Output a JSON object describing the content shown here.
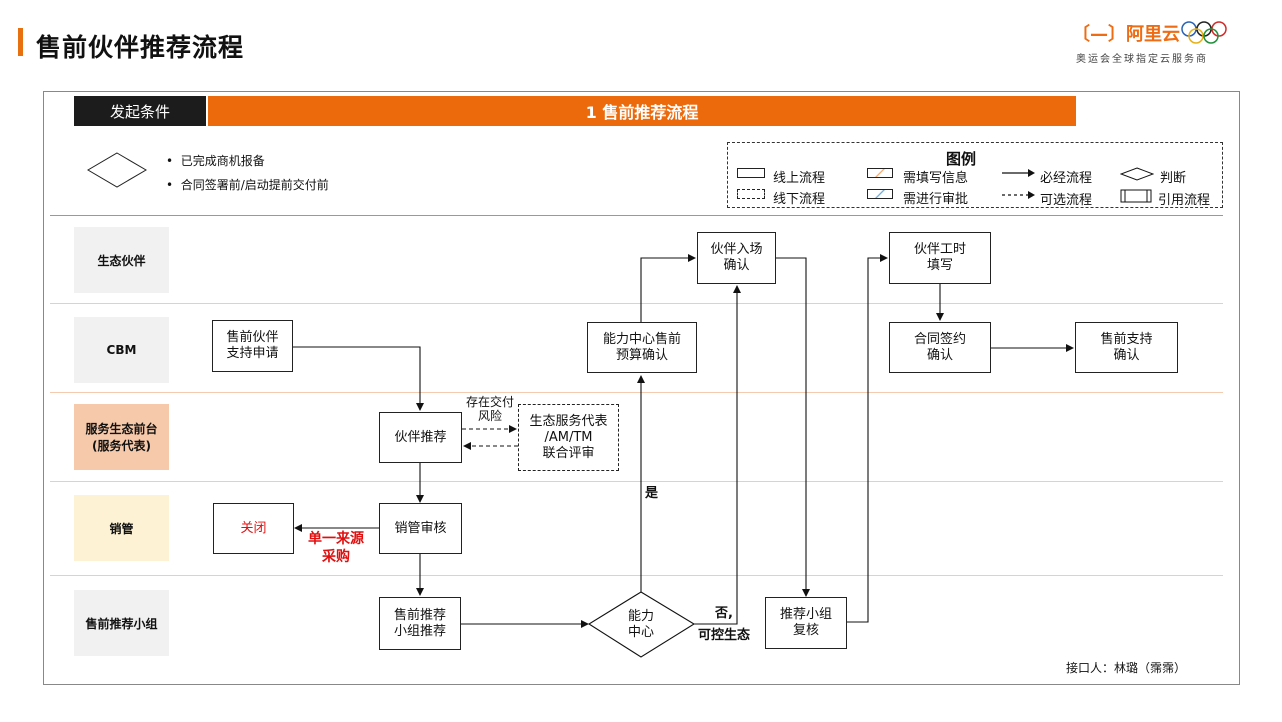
{
  "header": {
    "title": "售前伙伴推荐流程",
    "logo_text": "阿里云",
    "logo_subtitle": "奥运会全球指定云服务商"
  },
  "banner": {
    "condition_tab": "发起条件",
    "process_title": "1 售前推荐流程"
  },
  "conditions": [
    "已完成商机报备",
    "合同签署前/启动提前交付前"
  ],
  "legend": {
    "title": "图例",
    "online": "线上流程",
    "offline": "线下流程",
    "fill_info": "需填写信息",
    "approval": "需进行审批",
    "required": "必经流程",
    "optional": "可选流程",
    "decision": "判断",
    "reference": "引用流程"
  },
  "lanes": [
    "生态伙伴",
    "CBM",
    "服务生态前台\n(服务代表)",
    "销管",
    "售前推荐小组"
  ],
  "nodes": {
    "presales_apply": "售前伙伴\n支持申请",
    "partner_recommend": "伙伴推荐",
    "joint_review": "生态服务代表\n/AM/TM\n联合评审",
    "sales_review": "销管审核",
    "close": "关闭",
    "group_recommend": "售前推荐\n小组推荐",
    "capability_center": "能力\n中心",
    "budget_confirm": "能力中心售前\n预算确认",
    "partner_entry": "伙伴入场\n确认",
    "group_recheck": "推荐小组\n复核",
    "hours_fill": "伙伴工时\n填写",
    "contract_sign": "合同签约\n确认",
    "support_confirm": "售前支持\n确认"
  },
  "edge_labels": {
    "delivery_risk": "存在交付\n风险",
    "single_source": "单一来源\n采购",
    "yes": "是",
    "no": "否,\n可控生态"
  },
  "colors": {
    "accent": "#ec6a0c",
    "service_lane": "#f6c9aa",
    "sales_lane": "#fdf2d3",
    "close_text": "#e01010"
  },
  "contact": "接口人：林璐（霈霈）"
}
